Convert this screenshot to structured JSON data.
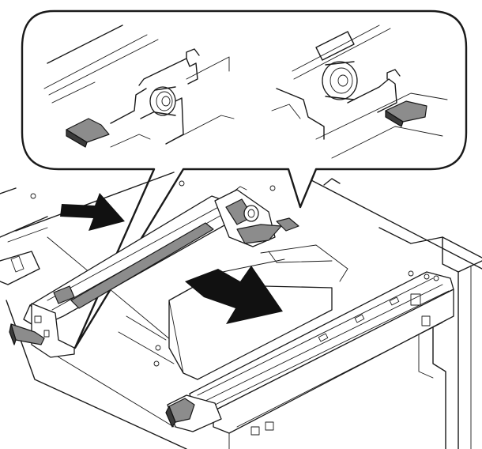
{
  "figure": {
    "colors": {
      "line": "#1a1a1a",
      "highlight_part": "#8c8c8c",
      "arrow": "#111111",
      "background": "#ffffff"
    },
    "callout": {
      "panels": [
        "left-bracket-detail",
        "right-bracket-detail"
      ]
    },
    "arrows": {
      "count": 2,
      "direction": "pull-out"
    }
  }
}
